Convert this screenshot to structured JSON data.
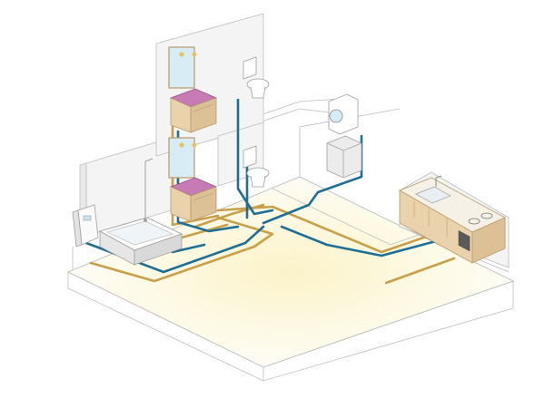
{
  "colors": {
    "hot_pipe": "#c9a04a",
    "cold_pipe": "#1f6e95",
    "floor_glow": "#fbf3c8",
    "cabinet": "#ead3ac",
    "basin": "#c77bb4"
  },
  "fixtures": [
    {
      "name": "vanity-upper",
      "icon": "washbasin-icon"
    },
    {
      "name": "vanity-lower",
      "icon": "washbasin-icon"
    },
    {
      "name": "toilet-upper",
      "icon": "toilet-icon"
    },
    {
      "name": "toilet-lower",
      "icon": "toilet-icon"
    },
    {
      "name": "bathtub",
      "icon": "bathtub-icon"
    },
    {
      "name": "water-heater",
      "icon": "water-heater-icon"
    },
    {
      "name": "washing-machine",
      "icon": "washing-machine-icon"
    },
    {
      "name": "kitchen",
      "icon": "kitchen-sink-icon"
    }
  ]
}
